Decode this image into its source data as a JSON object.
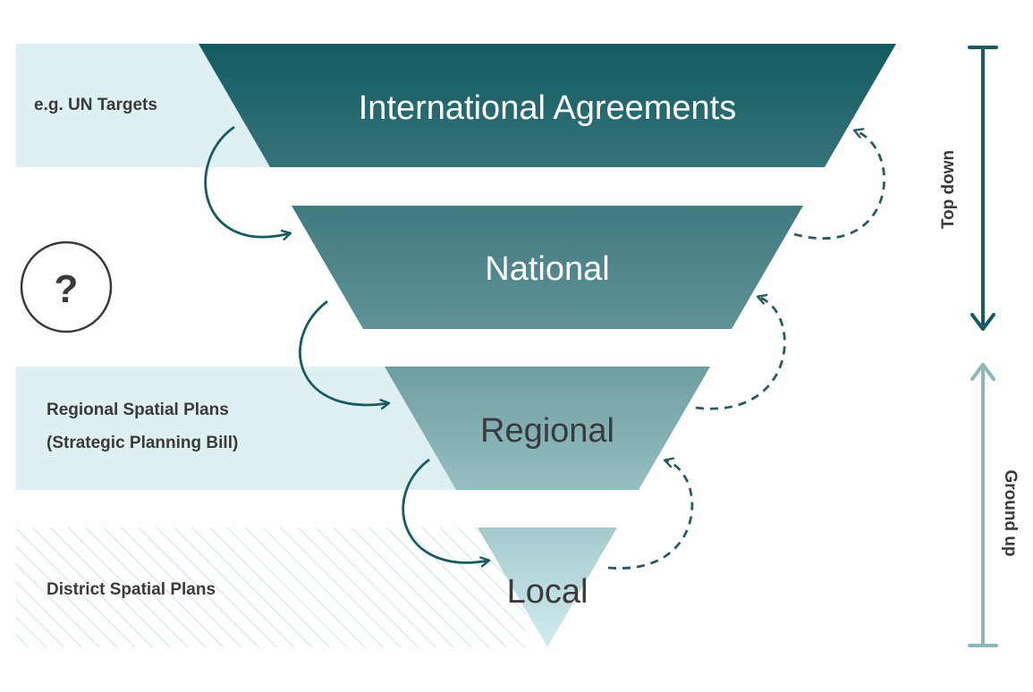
{
  "diagram": {
    "tiers": [
      {
        "label": "International Agreements",
        "text_color": "#ffffff"
      },
      {
        "label": "National",
        "text_color": "#ffffff"
      },
      {
        "label": "Regional",
        "text_color": "#3a3a3a"
      },
      {
        "label": "Local",
        "text_color": "#3a3a3a"
      }
    ],
    "side_notes": {
      "international": "e.g. UN Targets",
      "regional_line1": "Regional Spatial Plans",
      "regional_line2": "(Strategic Planning Bill)",
      "local": "District Spatial Plans"
    },
    "question_mark": "?",
    "axis": {
      "top_down": "Top down",
      "ground_up": "Ground up"
    },
    "colors": {
      "tier_top": "#135c62",
      "tier_bottom": "#cde8ea",
      "band_fill": "#dff0f3",
      "hatch_line": "#cfe5e9",
      "solid_arrow": "#175a60",
      "dashed_arrow": "#2a5a60",
      "top_down_arrow": "#175a60",
      "ground_up_arrow": "#8fb6b8",
      "text_dark": "#3a3a3a"
    }
  }
}
